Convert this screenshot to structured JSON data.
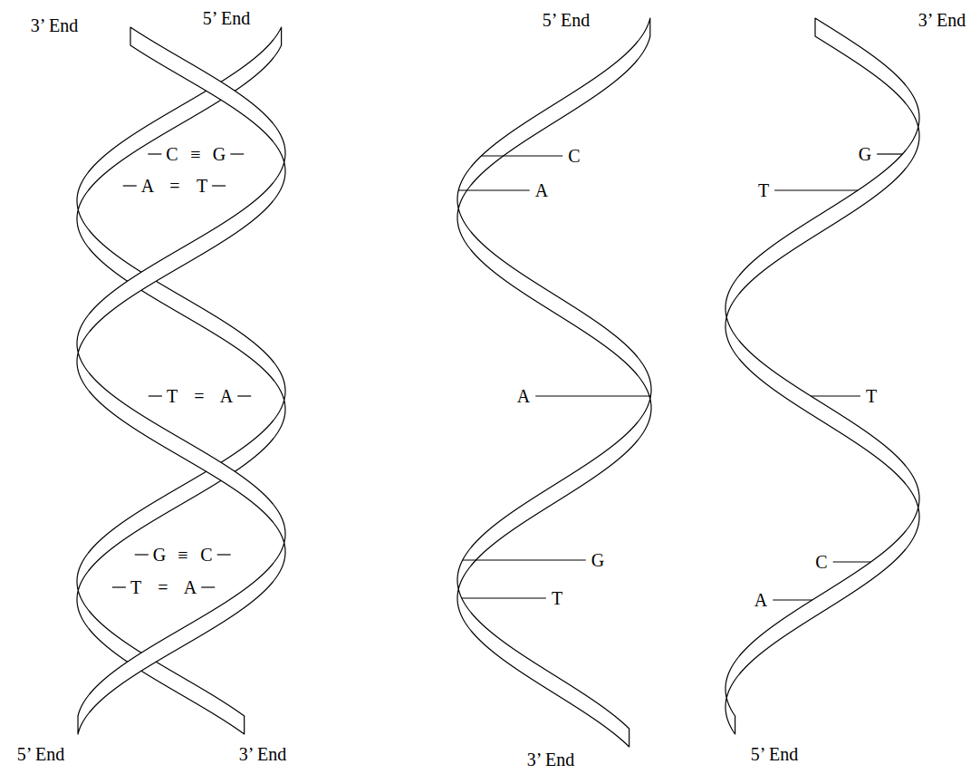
{
  "diagram": {
    "labels": [
      "3’ End",
      "5’ End",
      "C",
      "≡",
      "G",
      "A",
      "=",
      "T",
      "T",
      "=",
      "A",
      "G",
      "≡",
      "C",
      "T",
      "=",
      "A",
      "5’ End",
      "3’ End",
      "5’ End",
      "C",
      "A",
      "A",
      "G",
      "T",
      "3’ End",
      "3’ End",
      "G",
      "T",
      "T",
      "C",
      "A",
      "5’ End"
    ]
  }
}
